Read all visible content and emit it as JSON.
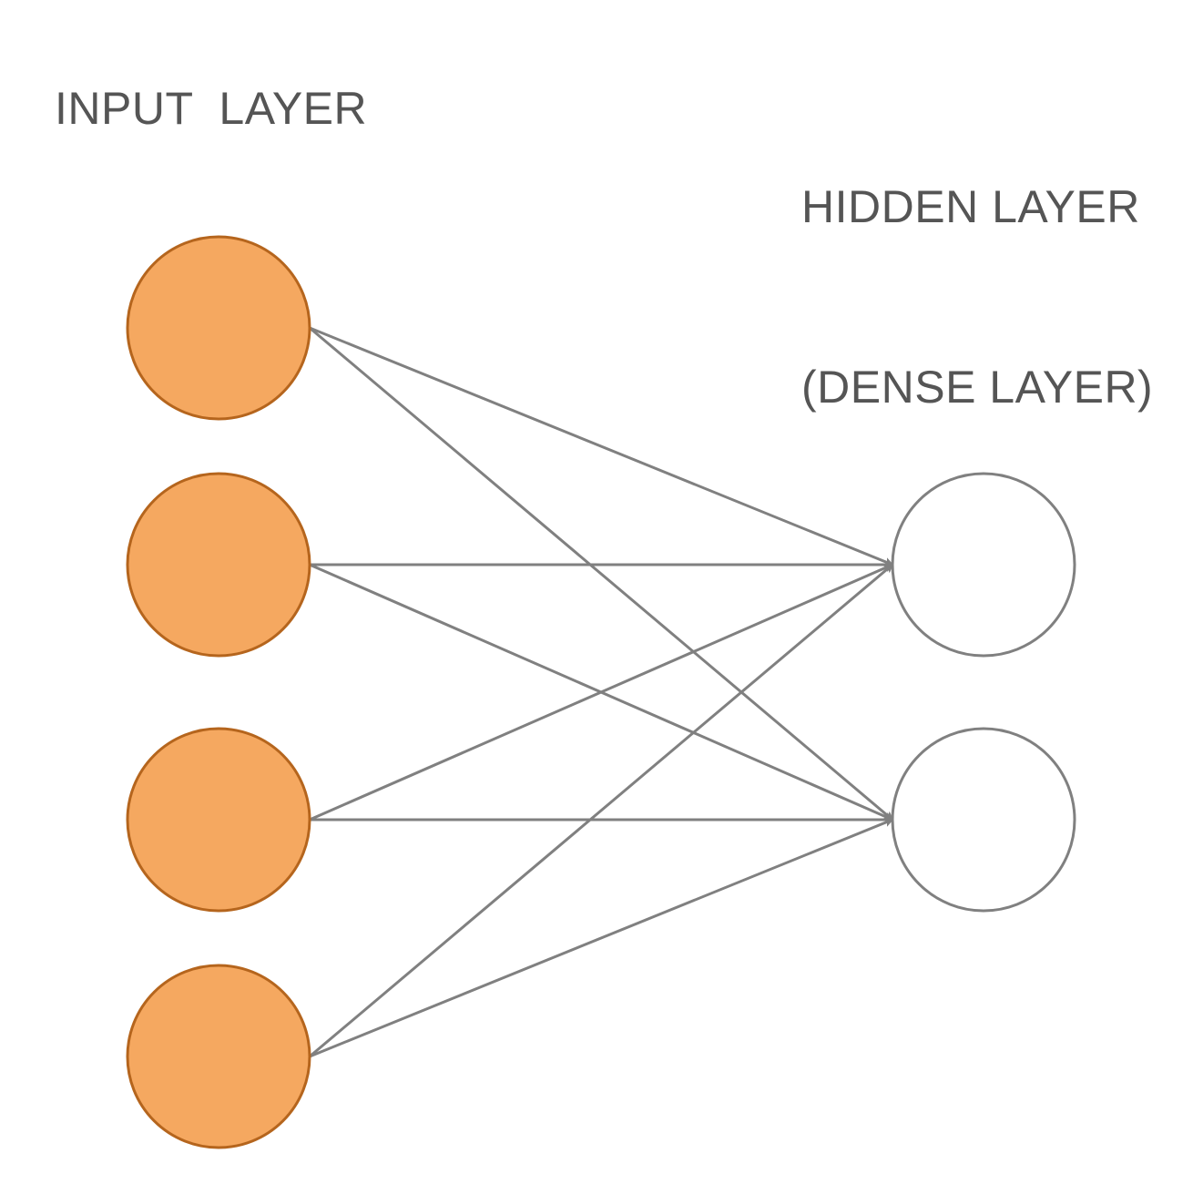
{
  "titles": {
    "input_layer": "INPUT  LAYER",
    "hidden_layer_line1": "HIDDEN LAYER",
    "hidden_layer_line2": "(DENSE LAYER)"
  },
  "layers": {
    "input": {
      "node_count": 4
    },
    "hidden": {
      "node_count": 2
    }
  },
  "connections": "fully-connected",
  "colors": {
    "input_fill": "#F5A860",
    "input_stroke": "#B5651D",
    "hidden_fill": "#FFFFFF",
    "hidden_stroke": "#808080",
    "edge": "#808080",
    "title_text": "#555555"
  }
}
